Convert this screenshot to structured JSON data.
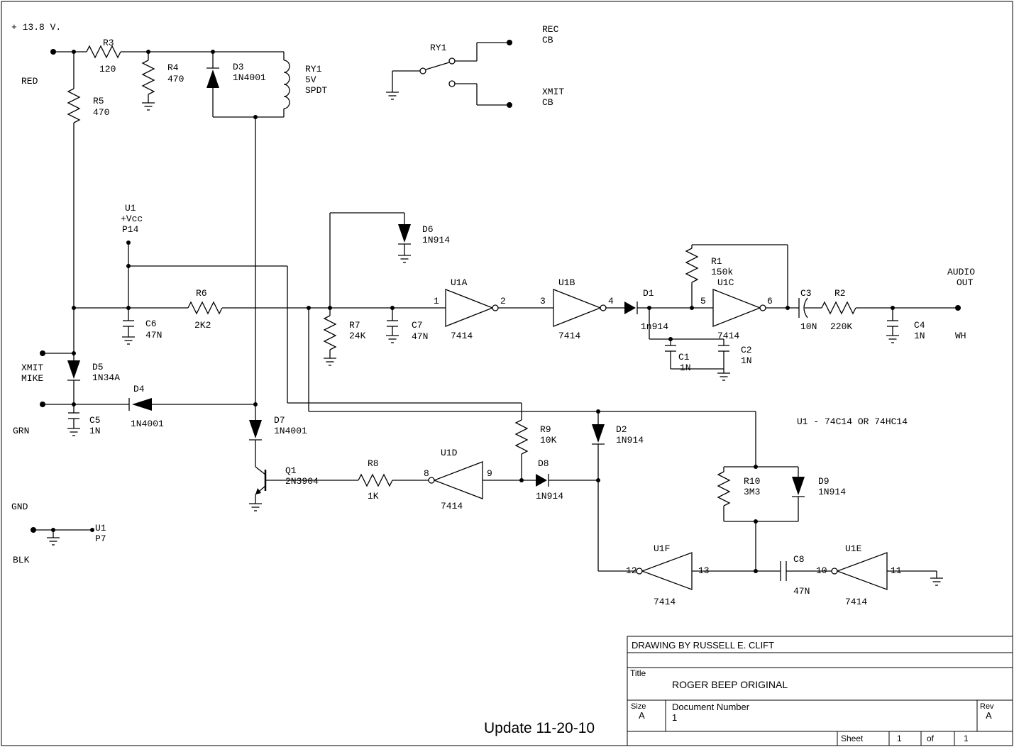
{
  "schematic": {
    "supply_label": "+ 13.8 V.",
    "ic_note": "U1 - 74C14 OR 74HC14",
    "update_note": "Update 11-20-10",
    "terminals": {
      "red": "RED",
      "grn": "GRN",
      "gnd": "GND",
      "blk": "BLK",
      "wh": "WH",
      "audio_line1": "AUDIO",
      "audio_line2": "OUT",
      "mike_line1": "XMIT",
      "mike_line2": "MIKE"
    },
    "u1_power": {
      "ref": "U1",
      "rail": "+Vcc",
      "pin": "P14"
    },
    "u1_ground": {
      "ref": "U1",
      "pin": "P7"
    },
    "relay": {
      "coil_ref": "RY1",
      "coil_voltage": "5V",
      "coil_type": "SPDT",
      "contacts_ref": "RY1",
      "rec_line1": "REC",
      "rec_line2": "CB",
      "xmit_line1": "XMIT",
      "xmit_line2": "CB"
    },
    "parts": {
      "R1": {
        "ref": "R1",
        "value": "150k"
      },
      "R2": {
        "ref": "R2",
        "value": "220K"
      },
      "R3": {
        "ref": "R3",
        "value": "120"
      },
      "R4": {
        "ref": "R4",
        "value": "470"
      },
      "R5": {
        "ref": "R5",
        "value": "470"
      },
      "R6": {
        "ref": "R6",
        "value": "2K2"
      },
      "R7": {
        "ref": "R7",
        "value": "24K"
      },
      "R8": {
        "ref": "R8",
        "value": "1K"
      },
      "R9": {
        "ref": "R9",
        "value": "10K"
      },
      "R10": {
        "ref": "R10",
        "value": "3M3"
      },
      "C1": {
        "ref": "C1",
        "value": "1N"
      },
      "C2": {
        "ref": "C2",
        "value": "1N"
      },
      "C3": {
        "ref": "C3",
        "value": "10N"
      },
      "C4": {
        "ref": "C4",
        "value": "1N"
      },
      "C5": {
        "ref": "C5",
        "value": "1N"
      },
      "C6": {
        "ref": "C6",
        "value": "47N"
      },
      "C7": {
        "ref": "C7",
        "value": "47N"
      },
      "C8": {
        "ref": "C8",
        "value": "47N"
      },
      "D1": {
        "ref": "D1",
        "value": "1n914"
      },
      "D2": {
        "ref": "D2",
        "value": "1N914"
      },
      "D3": {
        "ref": "D3",
        "value": "1N4001"
      },
      "D4": {
        "ref": "D4",
        "value": "1N4001"
      },
      "D5": {
        "ref": "D5",
        "value": "1N34A"
      },
      "D6": {
        "ref": "D6",
        "value": "1N914"
      },
      "D7": {
        "ref": "D7",
        "value": "1N4001"
      },
      "D8": {
        "ref": "D8",
        "value": "1N914"
      },
      "D9": {
        "ref": "D9",
        "value": "1N914"
      },
      "Q1": {
        "ref": "Q1",
        "value": "2N3904"
      }
    },
    "gates": {
      "U1A": {
        "ref": "U1A",
        "part": "7414",
        "pin_in": "1",
        "pin_out": "2"
      },
      "U1B": {
        "ref": "U1B",
        "part": "7414",
        "pin_in": "3",
        "pin_out": "4"
      },
      "U1C": {
        "ref": "U1C",
        "part": "7414",
        "pin_in": "5",
        "pin_out": "6"
      },
      "U1D": {
        "ref": "U1D",
        "part": "7414",
        "pin_in": "9",
        "pin_out": "8"
      },
      "U1E": {
        "ref": "U1E",
        "part": "7414",
        "pin_in": "11",
        "pin_out": "10"
      },
      "U1F": {
        "ref": "U1F",
        "part": "7414",
        "pin_in": "13",
        "pin_out": "12"
      }
    }
  },
  "title_block": {
    "drawing_by": "DRAWING BY RUSSELL E. CLIFT",
    "title_label": "Title",
    "title": "ROGER BEEP ORIGINAL",
    "size_label": "Size",
    "size": "A",
    "document_label": "Document Number",
    "document_number": "1",
    "rev_label": "Rev",
    "rev": "A",
    "sheet_label": "Sheet",
    "sheet_number": "1",
    "of_label": "of",
    "sheet_total": "1"
  }
}
